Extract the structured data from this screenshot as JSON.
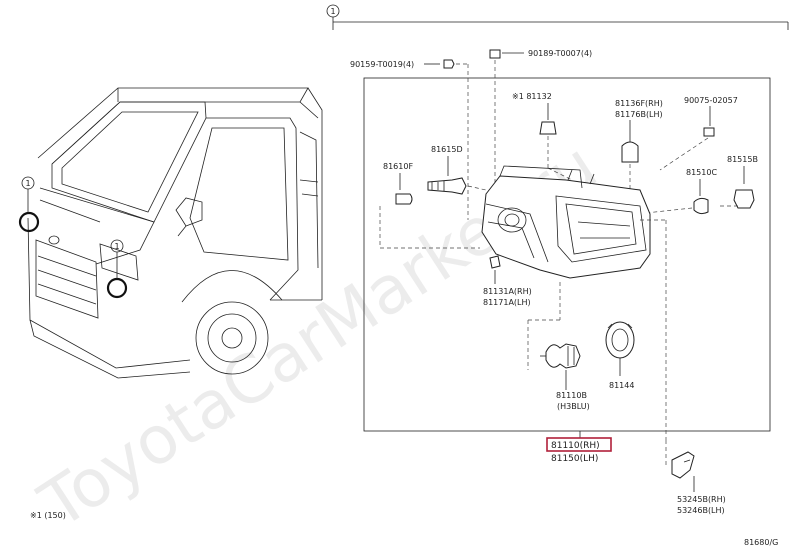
{
  "callout_marker": "1",
  "callout_note": "※1 (150)",
  "watermark": "ToyotaCarMarket.ru",
  "diagram_code": "81680/G",
  "parts": {
    "bolt_top_left": "90159-T0019(4)",
    "bolt_top_mid": "90189-T0007(4)",
    "clip_top_right": "90075-02057",
    "part_81132": "※1 81132",
    "part_81136_rh": "81136F(RH)",
    "part_81176_lh": "81176B(LH)",
    "part_81615d": "81615D",
    "part_81610f": "81610F",
    "part_81510c": "81510C",
    "part_81515b": "81515B",
    "part_81131_rh": "81131A(RH)",
    "part_81171_lh": "81171A(LH)",
    "part_81110b": "81110B",
    "part_81110b_sub": "(H3BLU)",
    "part_81144": "81144",
    "assy_rh": "81110(RH)",
    "assy_lh": "81150(LH)",
    "part_53245_rh": "53245B(RH)",
    "part_53246_lh": "53246B(LH)"
  }
}
